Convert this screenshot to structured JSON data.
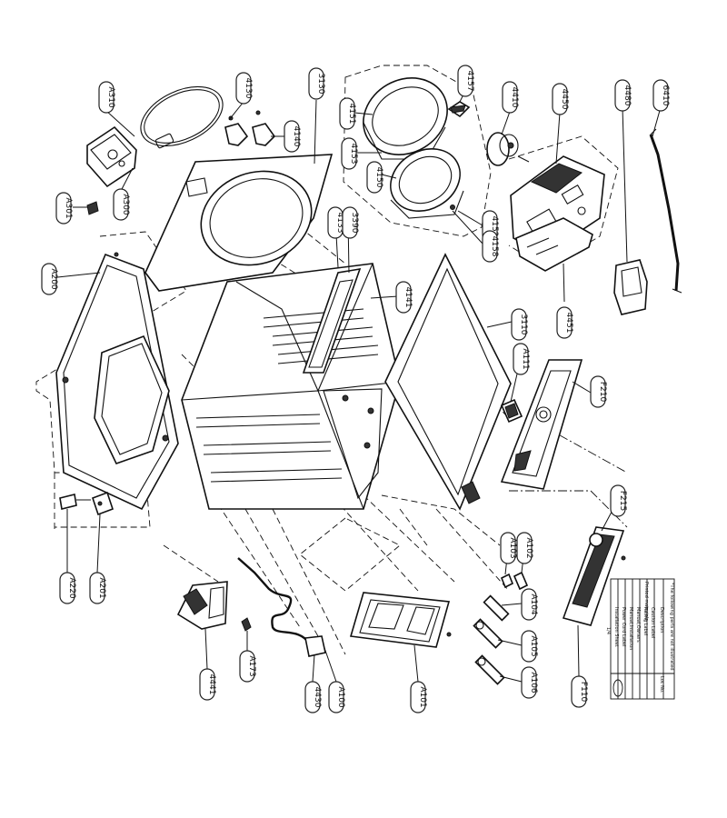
{
  "diagram": {
    "labels": [
      {
        "id": "A310",
        "text": "A310"
      },
      {
        "id": "4130",
        "text": "4130"
      },
      {
        "id": "4140",
        "text": "4140"
      },
      {
        "id": "A300",
        "text": "A300"
      },
      {
        "id": "A301",
        "text": "A301"
      },
      {
        "id": "3130",
        "text": "3130"
      },
      {
        "id": "4151",
        "text": "4151"
      },
      {
        "id": "4153",
        "text": "4153"
      },
      {
        "id": "4150",
        "text": "4150"
      },
      {
        "id": "4152",
        "text": "4152"
      },
      {
        "id": "4157",
        "text": "4157"
      },
      {
        "id": "4158",
        "text": "4158"
      },
      {
        "id": "4410",
        "text": "4410"
      },
      {
        "id": "4450",
        "text": "4450"
      },
      {
        "id": "4480",
        "text": "4480"
      },
      {
        "id": "6410",
        "text": "6410"
      },
      {
        "id": "4133",
        "text": "4133"
      },
      {
        "id": "3390",
        "text": "3390"
      },
      {
        "id": "4141",
        "text": "4141"
      },
      {
        "id": "A200",
        "text": "A200"
      },
      {
        "id": "3110",
        "text": "3110"
      },
      {
        "id": "A111",
        "text": "A111"
      },
      {
        "id": "4451",
        "text": "4451"
      },
      {
        "id": "F210",
        "text": "F210"
      },
      {
        "id": "F215",
        "text": "F215"
      },
      {
        "id": "A103",
        "text": "A103"
      },
      {
        "id": "A102",
        "text": "A102"
      },
      {
        "id": "A104",
        "text": "A104"
      },
      {
        "id": "A105",
        "text": "A105"
      },
      {
        "id": "A106",
        "text": "A106"
      },
      {
        "id": "A220",
        "text": "A220"
      },
      {
        "id": "A201",
        "text": "A201"
      },
      {
        "id": "4441",
        "text": "4441"
      },
      {
        "id": "A173",
        "text": "A173"
      },
      {
        "id": "4430",
        "text": "4430"
      },
      {
        "id": "A100",
        "text": "A100"
      },
      {
        "id": "A101",
        "text": "A101"
      },
      {
        "id": "F110",
        "text": "F110"
      }
    ]
  },
  "legend_table": {
    "header": "*The following parts are not illustrated",
    "col_description": "Description",
    "col_loc": "Loc No.",
    "rows": [
      "Caution Label",
      "Rating Label",
      "Manual,Owners",
      "Manual,Installation",
      "Power Cord Label",
      "Installation Sheet"
    ],
    "side_label": "Printed materials",
    "note": "1/4"
  }
}
